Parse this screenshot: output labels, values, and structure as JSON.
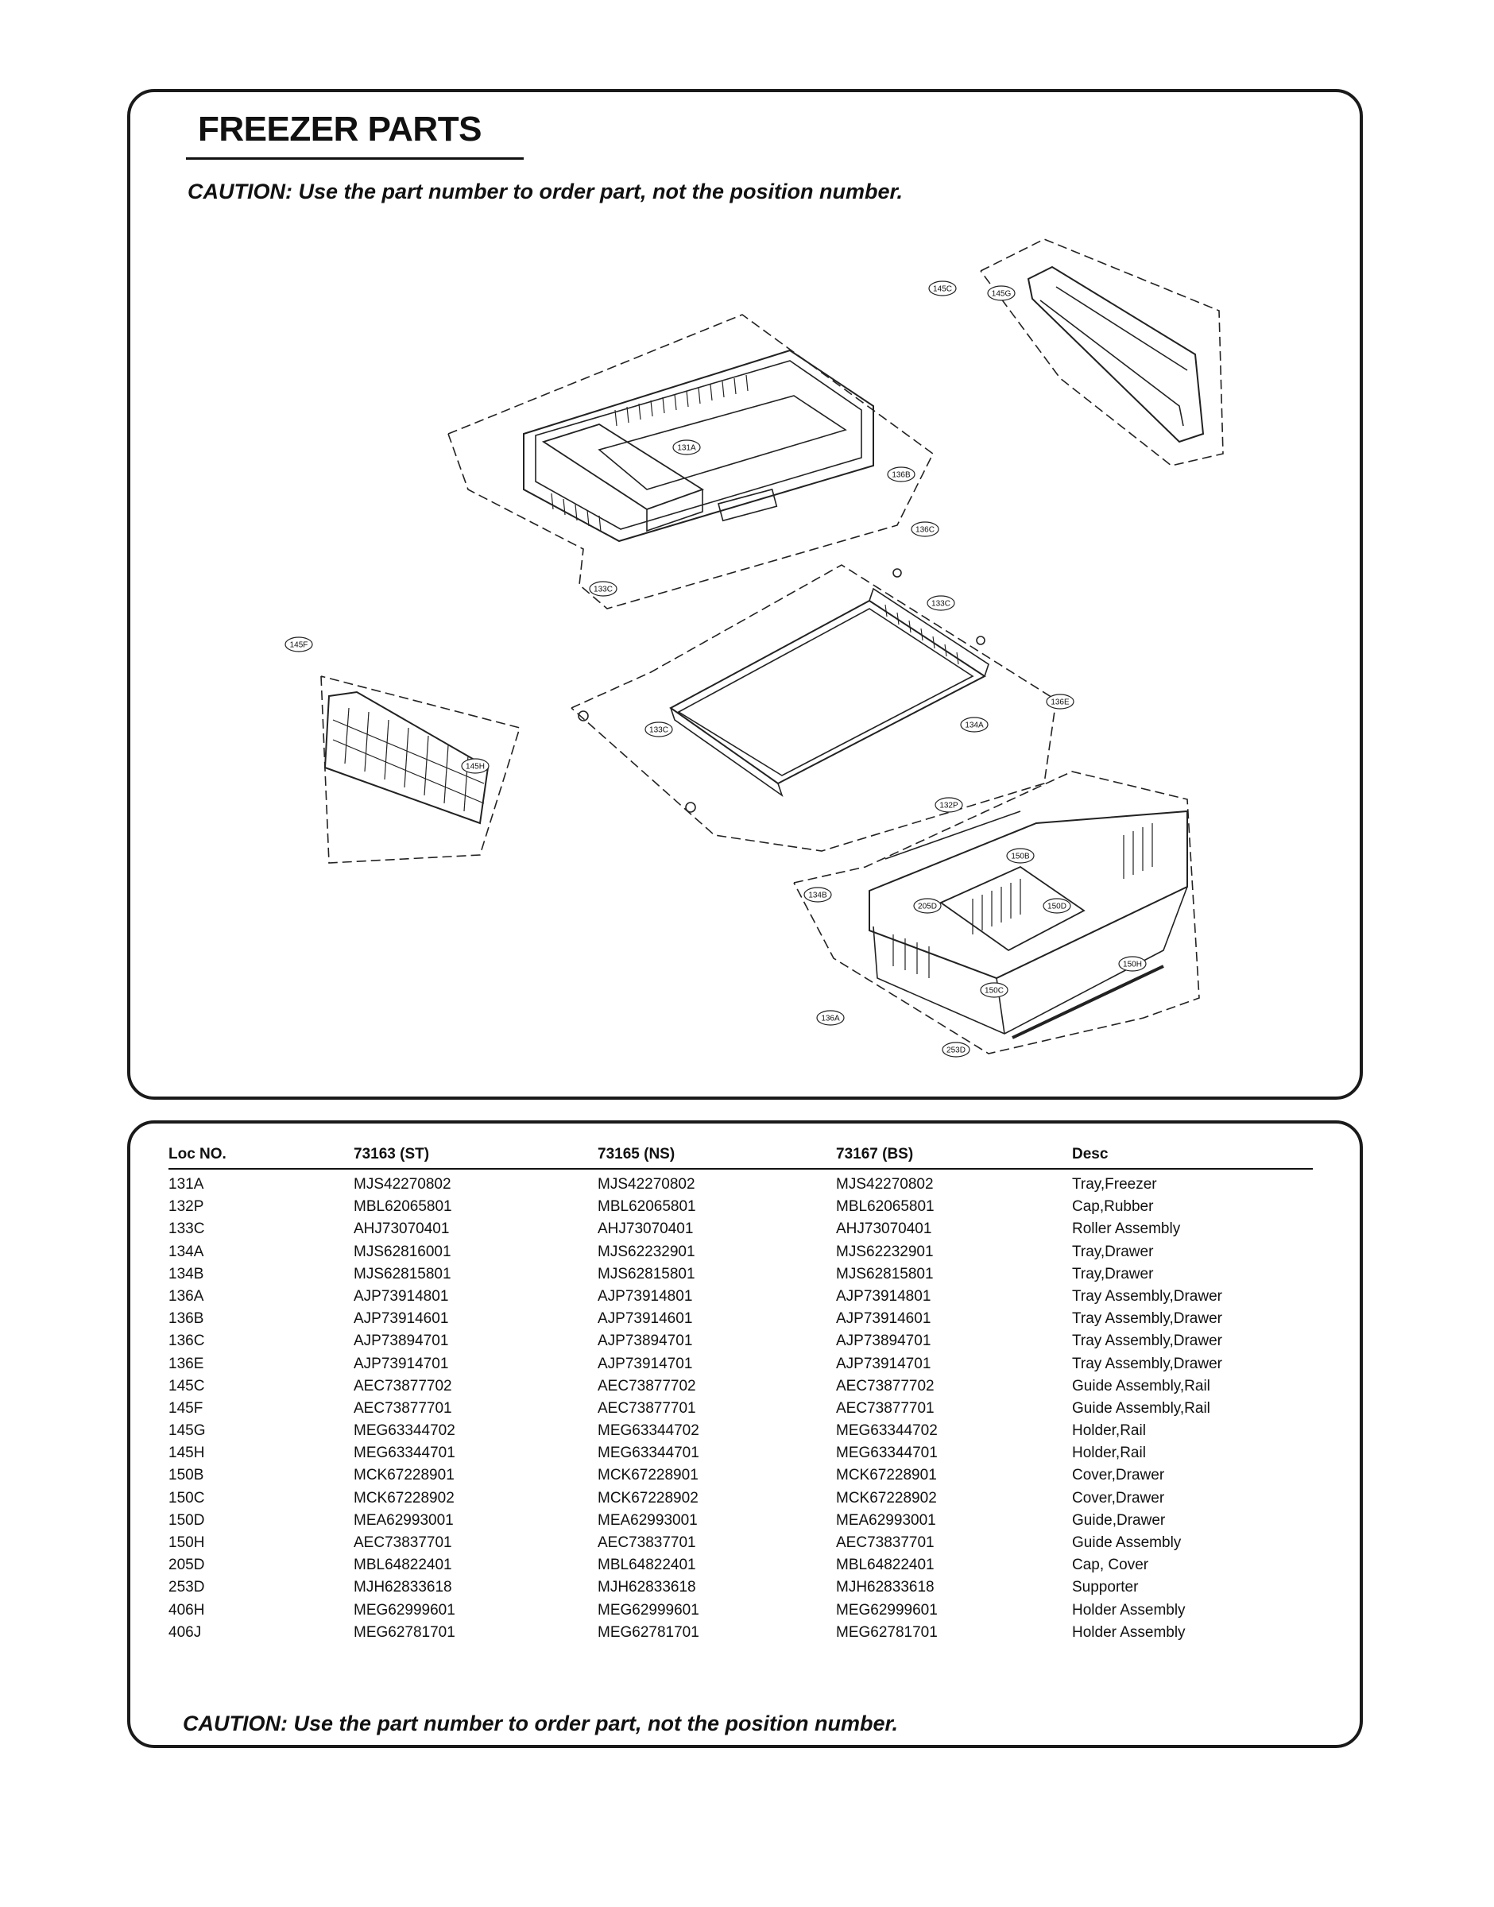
{
  "page": {
    "title": "FREEZER PARTS",
    "caution_top": "CAUTION: Use the part number to order part, not the position number.",
    "caution_bottom": "CAUTION: Use the part number to order part, not the position number."
  },
  "diagram": {
    "callouts": [
      "145C",
      "145G",
      "131A",
      "136B",
      "136C",
      "133C",
      "133C",
      "145F",
      "145H",
      "133C",
      "136E",
      "134A",
      "132P",
      "150B",
      "134B",
      "205D",
      "150D",
      "150H",
      "150C",
      "136A",
      "253D"
    ]
  },
  "table": {
    "headers": [
      "Loc NO.",
      "73163 (ST)",
      "73165 (NS)",
      "73167 (BS)",
      "Desc"
    ],
    "rows": [
      [
        "131A",
        "MJS42270802",
        "MJS42270802",
        "MJS42270802",
        "Tray,Freezer"
      ],
      [
        "132P",
        "MBL62065801",
        "MBL62065801",
        "MBL62065801",
        "Cap,Rubber"
      ],
      [
        "133C",
        "AHJ73070401",
        "AHJ73070401",
        "AHJ73070401",
        "Roller Assembly"
      ],
      [
        "134A",
        "MJS62816001",
        "MJS62232901",
        "MJS62232901",
        "Tray,Drawer"
      ],
      [
        "134B",
        "MJS62815801",
        "MJS62815801",
        "MJS62815801",
        "Tray,Drawer"
      ],
      [
        "136A",
        "AJP73914801",
        "AJP73914801",
        "AJP73914801",
        "Tray Assembly,Drawer"
      ],
      [
        "136B",
        "AJP73914601",
        "AJP73914601",
        "AJP73914601",
        "Tray Assembly,Drawer"
      ],
      [
        "136C",
        "AJP73894701",
        "AJP73894701",
        "AJP73894701",
        "Tray Assembly,Drawer"
      ],
      [
        "136E",
        "AJP73914701",
        "AJP73914701",
        "AJP73914701",
        "Tray Assembly,Drawer"
      ],
      [
        "145C",
        "AEC73877702",
        "AEC73877702",
        "AEC73877702",
        "Guide Assembly,Rail"
      ],
      [
        "145F",
        "AEC73877701",
        "AEC73877701",
        "AEC73877701",
        "Guide Assembly,Rail"
      ],
      [
        "145G",
        "MEG63344702",
        "MEG63344702",
        "MEG63344702",
        "Holder,Rail"
      ],
      [
        "145H",
        "MEG63344701",
        "MEG63344701",
        "MEG63344701",
        "Holder,Rail"
      ],
      [
        "150B",
        "MCK67228901",
        "MCK67228901",
        "MCK67228901",
        "Cover,Drawer"
      ],
      [
        "150C",
        "MCK67228902",
        "MCK67228902",
        "MCK67228902",
        "Cover,Drawer"
      ],
      [
        "150D",
        "MEA62993001",
        "MEA62993001",
        "MEA62993001",
        "Guide,Drawer"
      ],
      [
        "150H",
        "AEC73837701",
        "AEC73837701",
        "AEC73837701",
        "Guide Assembly"
      ],
      [
        "205D",
        "MBL64822401",
        "MBL64822401",
        "MBL64822401",
        "Cap, Cover"
      ],
      [
        "253D",
        "MJH62833618",
        "MJH62833618",
        "MJH62833618",
        "Supporter"
      ],
      [
        "406H",
        "MEG62999601",
        "MEG62999601",
        "MEG62999601",
        "Holder Assembly"
      ],
      [
        "406J",
        "MEG62781701",
        "MEG62781701",
        "MEG62781701",
        "Holder Assembly"
      ]
    ]
  }
}
